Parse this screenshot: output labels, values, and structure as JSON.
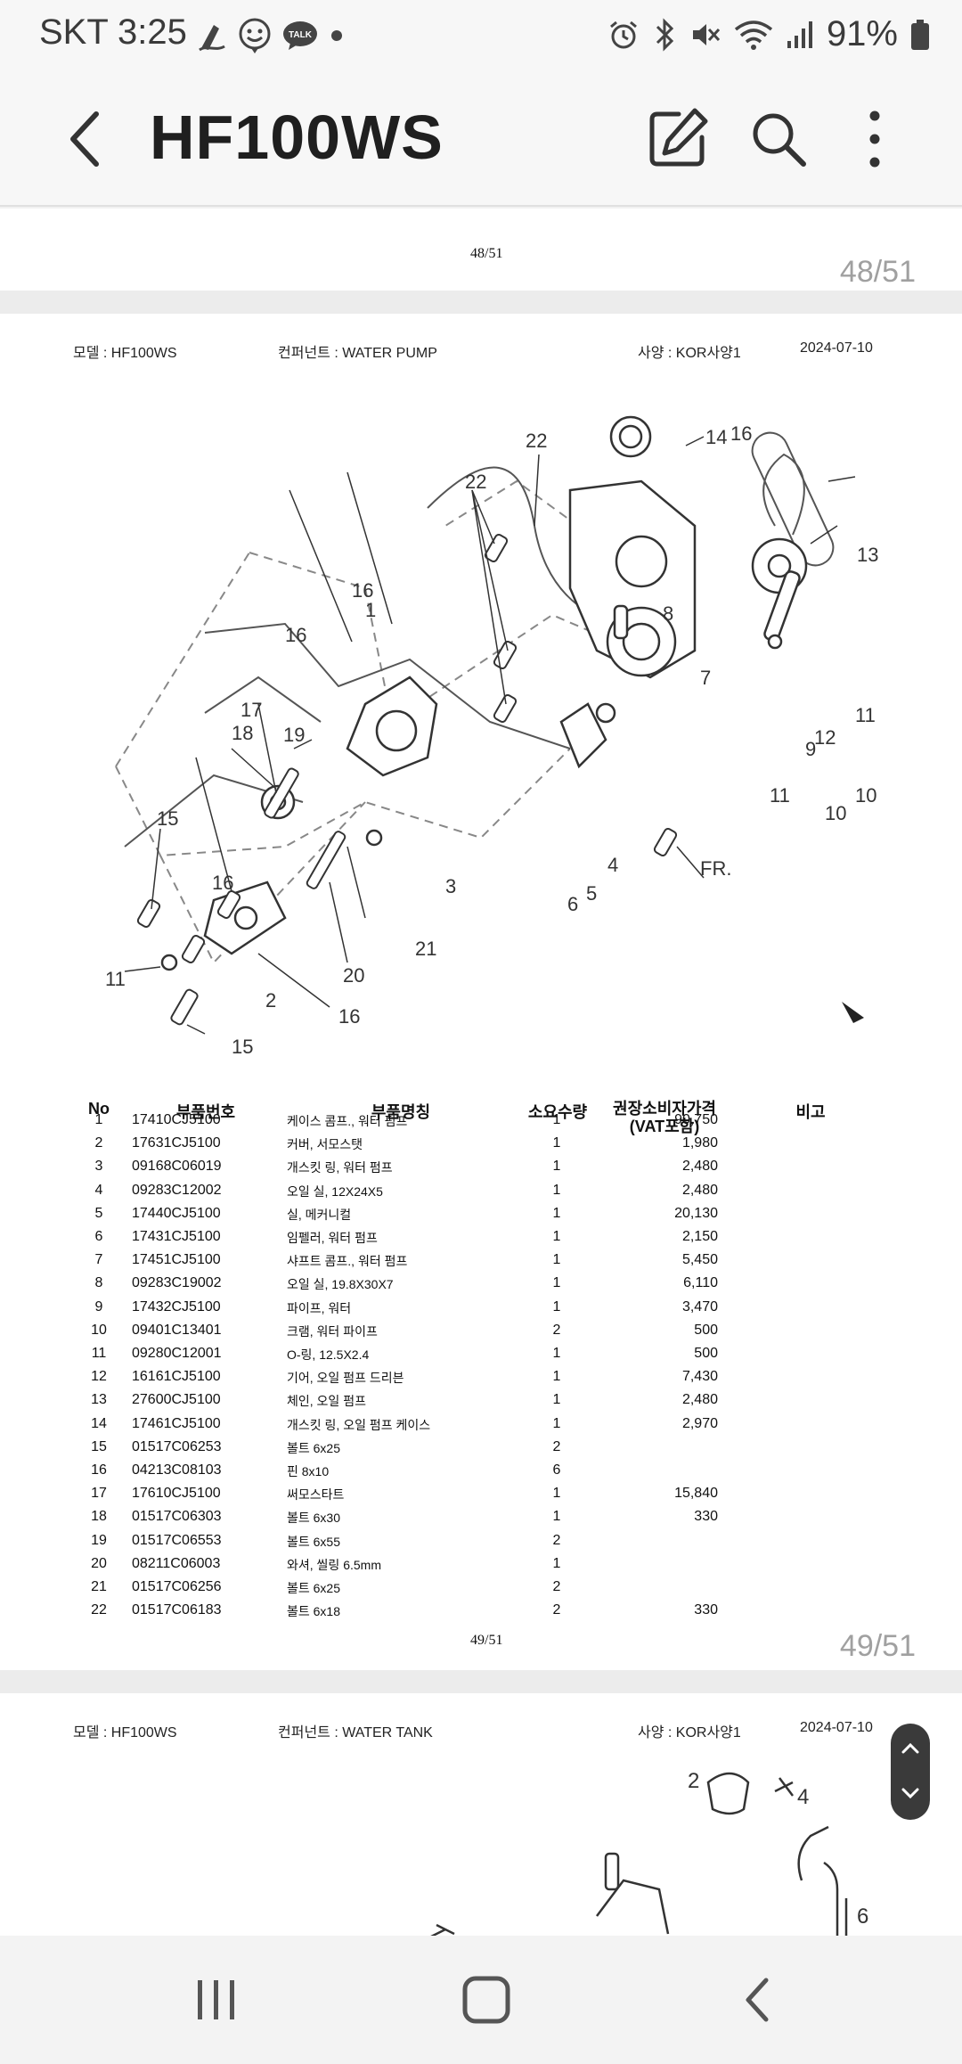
{
  "status_bar": {
    "carrier": "SKT",
    "time": "3:25",
    "battery": "91%",
    "icons": [
      "signature-icon",
      "smiley-app-icon",
      "talk-icon",
      "dot-icon",
      "alarm-icon",
      "bluetooth-icon",
      "mute-icon",
      "wifi-icon",
      "signal-icon",
      "battery-icon"
    ]
  },
  "appbar": {
    "title": "HF100WS",
    "back_icon": "back-arrow-icon",
    "edit_icon": "edit-icon",
    "search_icon": "search-icon",
    "more_icon": "more-vert-icon"
  },
  "page48": {
    "footer": "48/51",
    "counter": "48/51"
  },
  "page49": {
    "meta": {
      "model": "모델 :  HF100WS",
      "component": "컨퍼넌트 :  WATER PUMP",
      "spec": "사양 :  KOR사양1",
      "date": "2024-07-10"
    },
    "diagram_labels": [
      "1",
      "2",
      "3",
      "4",
      "5",
      "6",
      "7",
      "8",
      "9",
      "10",
      "10",
      "11",
      "11",
      "11",
      "12",
      "13",
      "14",
      "15",
      "15",
      "16",
      "16",
      "16",
      "16",
      "16",
      "17",
      "18",
      "19",
      "20",
      "21",
      "22",
      "22",
      "FR."
    ],
    "columns": {
      "no": "No",
      "part_no": "부품번호",
      "part_name": "부품명칭",
      "qty": "소요수량",
      "price": "권장소비자가격",
      "price_sub": "(VAT포함)",
      "note": "비고"
    },
    "rows": [
      {
        "no": "1",
        "pn": "17410CJ5100",
        "name": "케이스 콤프., 워터 펌프",
        "qty": "1",
        "price": "90,750"
      },
      {
        "no": "2",
        "pn": "17631CJ5100",
        "name": "커버, 서모스탯",
        "qty": "1",
        "price": "1,980"
      },
      {
        "no": "3",
        "pn": "09168C06019",
        "name": "개스킷 링, 워터 펌프",
        "qty": "1",
        "price": "2,480"
      },
      {
        "no": "4",
        "pn": "09283C12002",
        "name": "오일 실, 12X24X5",
        "qty": "1",
        "price": "2,480"
      },
      {
        "no": "5",
        "pn": "17440CJ5100",
        "name": "실, 메커니컬",
        "qty": "1",
        "price": "20,130"
      },
      {
        "no": "6",
        "pn": "17431CJ5100",
        "name": "임펠러, 워터 펌프",
        "qty": "1",
        "price": "2,150"
      },
      {
        "no": "7",
        "pn": "17451CJ5100",
        "name": "샤프트 콤프., 워터 펌프",
        "qty": "1",
        "price": "5,450"
      },
      {
        "no": "8",
        "pn": "09283C19002",
        "name": "오일 실, 19.8X30X7",
        "qty": "1",
        "price": "6,110"
      },
      {
        "no": "9",
        "pn": "17432CJ5100",
        "name": "파이프, 워터",
        "qty": "1",
        "price": "3,470"
      },
      {
        "no": "10",
        "pn": "09401C13401",
        "name": "크램, 워터 파이프",
        "qty": "2",
        "price": "500"
      },
      {
        "no": "11",
        "pn": "09280C12001",
        "name": "O-링, 12.5X2.4",
        "qty": "1",
        "price": "500"
      },
      {
        "no": "12",
        "pn": "16161CJ5100",
        "name": "기어, 오일 펌프 드리븐",
        "qty": "1",
        "price": "7,430"
      },
      {
        "no": "13",
        "pn": "27600CJ5100",
        "name": "체인, 오일 펌프",
        "qty": "1",
        "price": "2,480"
      },
      {
        "no": "14",
        "pn": "17461CJ5100",
        "name": "개스킷 링, 오일 펌프 케이스",
        "qty": "1",
        "price": "2,970"
      },
      {
        "no": "15",
        "pn": "01517C06253",
        "name": "볼트 6x25",
        "qty": "2",
        "price": ""
      },
      {
        "no": "16",
        "pn": "04213C08103",
        "name": "핀 8x10",
        "qty": "6",
        "price": ""
      },
      {
        "no": "17",
        "pn": "17610CJ5100",
        "name": "써모스타트",
        "qty": "1",
        "price": "15,840"
      },
      {
        "no": "18",
        "pn": "01517C06303",
        "name": "볼트 6x30",
        "qty": "1",
        "price": "330"
      },
      {
        "no": "19",
        "pn": "01517C06553",
        "name": "볼트 6x55",
        "qty": "2",
        "price": ""
      },
      {
        "no": "20",
        "pn": "08211C06003",
        "name": "와셔, 씰링 6.5mm",
        "qty": "1",
        "price": ""
      },
      {
        "no": "21",
        "pn": "01517C06256",
        "name": "볼트 6x25",
        "qty": "2",
        "price": ""
      },
      {
        "no": "22",
        "pn": "01517C06183",
        "name": "볼트 6x18",
        "qty": "2",
        "price": "330"
      }
    ],
    "footer": "49/51",
    "counter": "49/51"
  },
  "page50": {
    "meta": {
      "model": "모델 :  HF100WS",
      "component": "컨퍼넌트 :  WATER TANK",
      "spec": "사양 :  KOR사양1",
      "date": "2024-07-10"
    },
    "diagram_labels": [
      "2",
      "4",
      "6"
    ]
  },
  "scroll_control": {
    "up_icon": "chevron-up-icon",
    "down_icon": "chevron-down-icon"
  },
  "navbar": {
    "recents_icon": "recents-icon",
    "home_icon": "home-icon",
    "back_icon": "nav-back-icon"
  }
}
